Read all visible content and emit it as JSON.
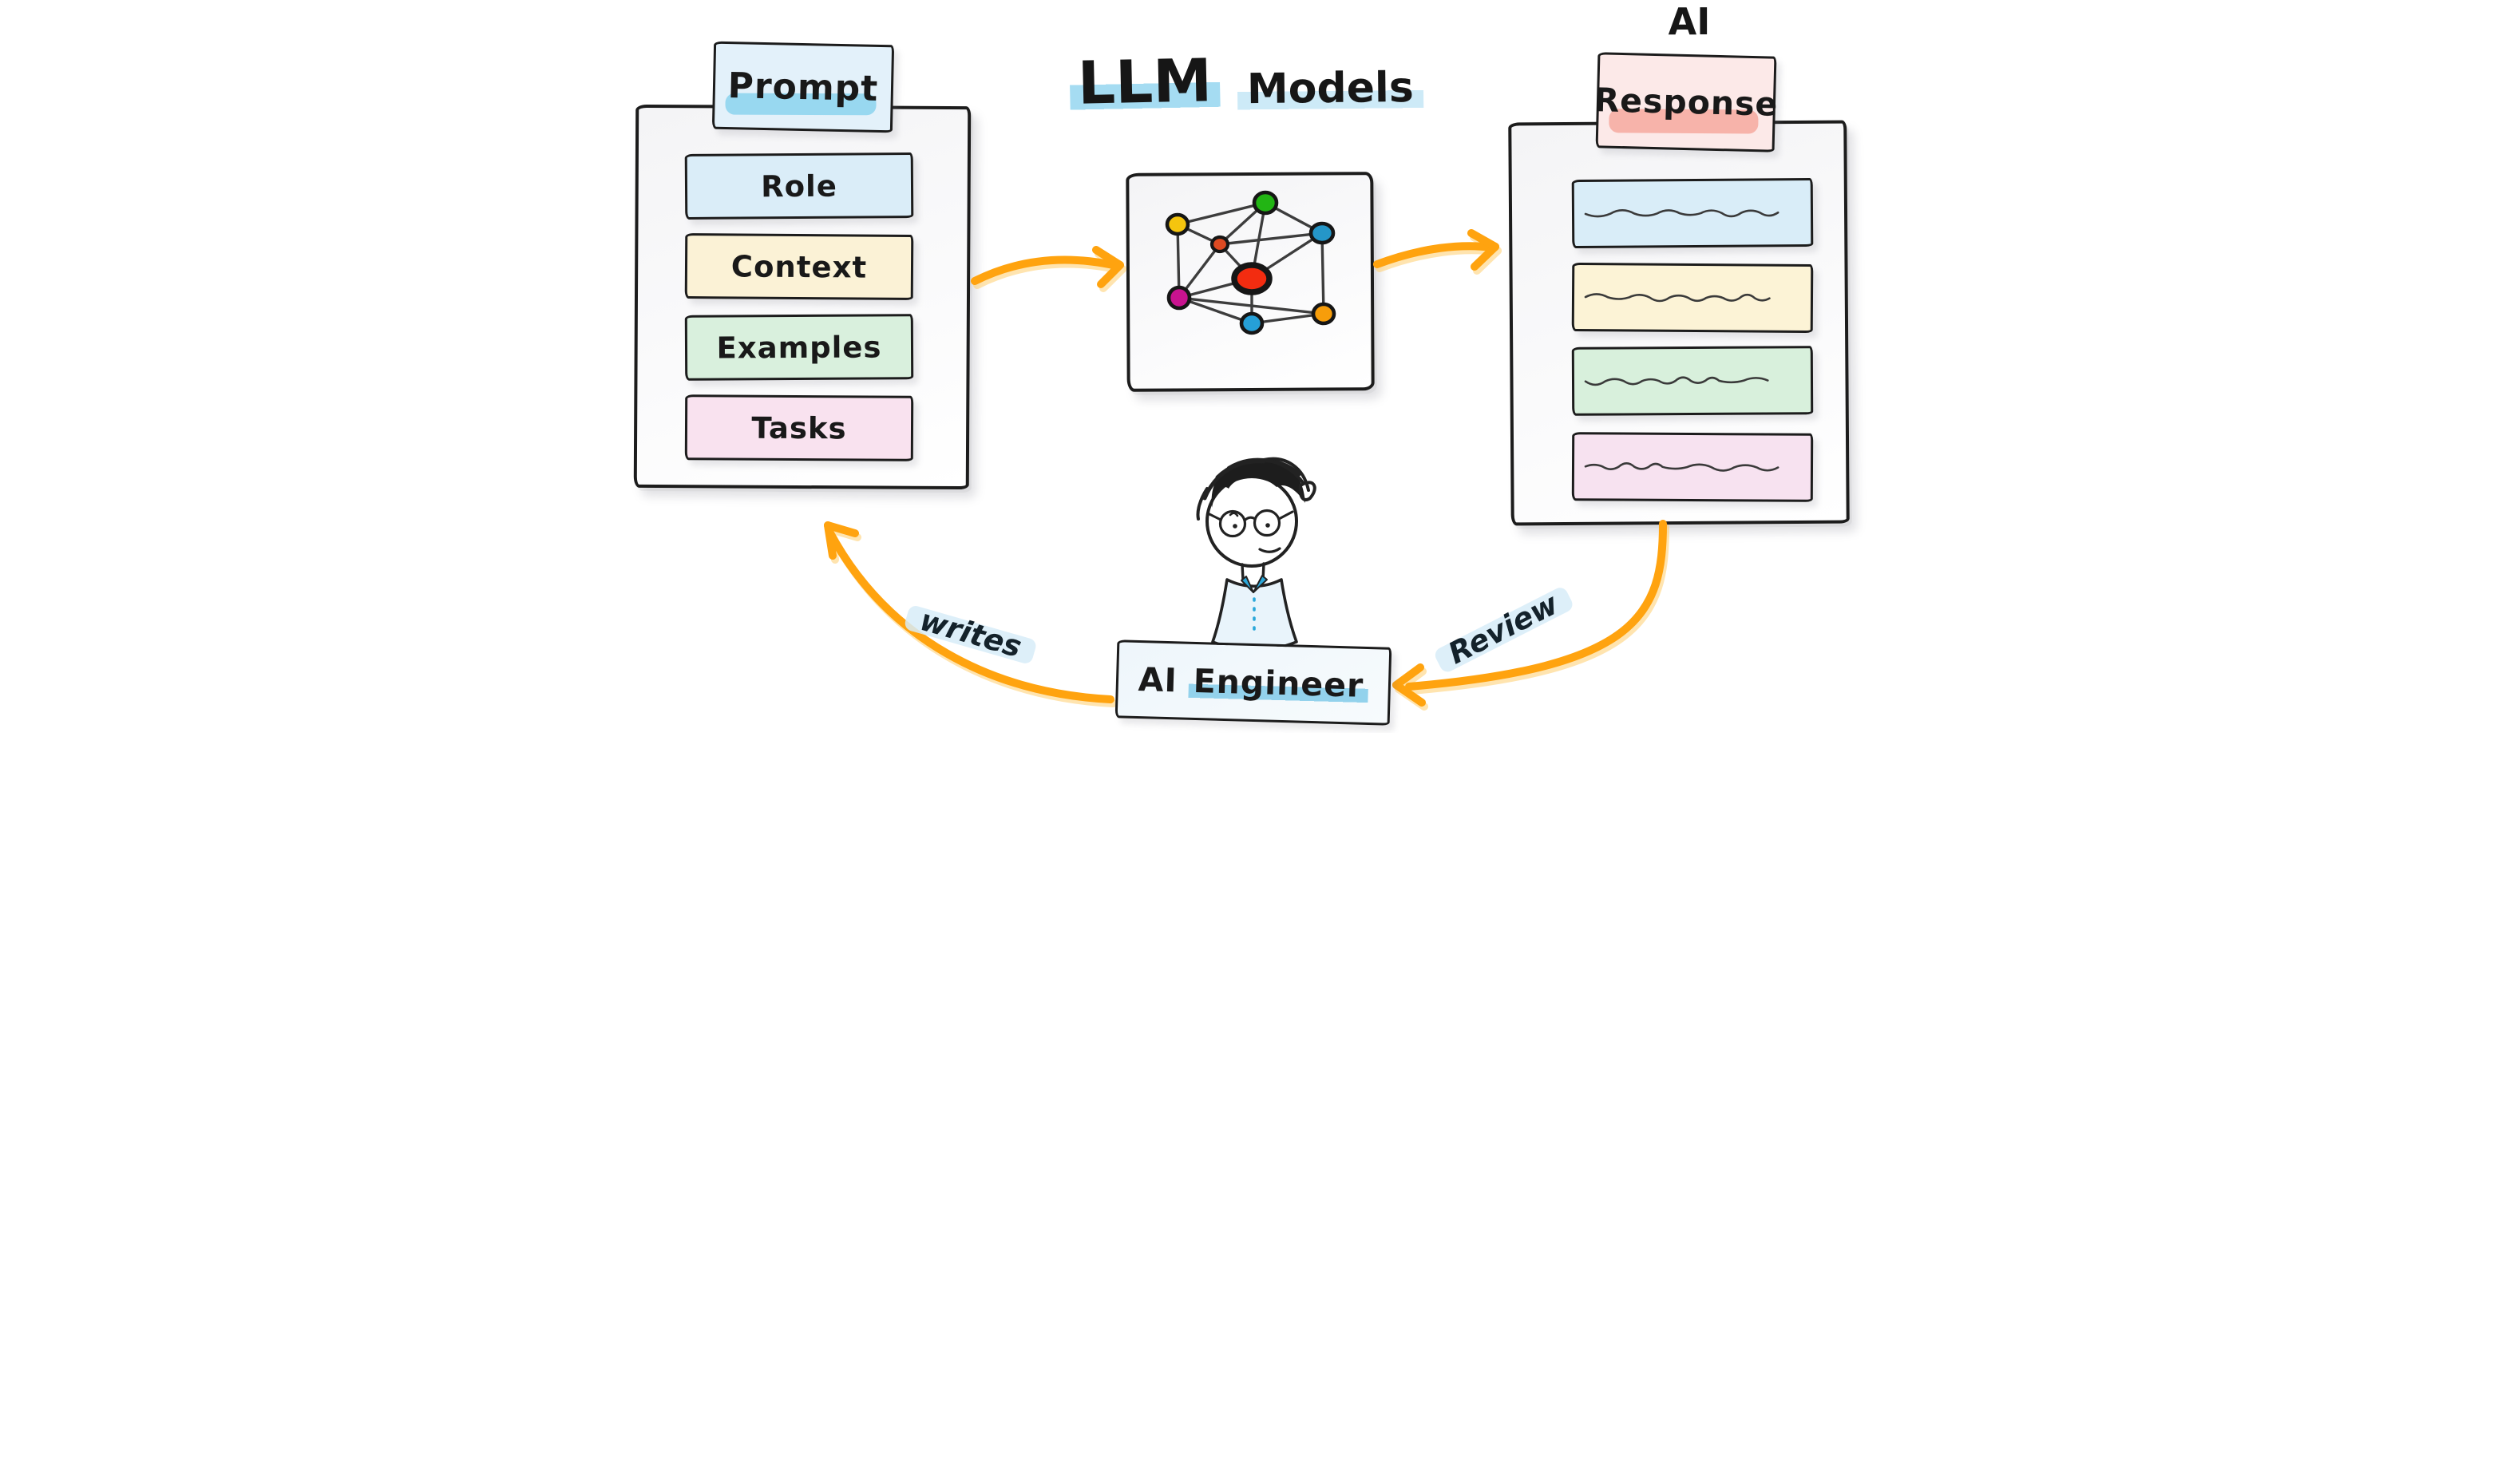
{
  "diagram": {
    "prompt_card": {
      "title": "Prompt",
      "title_fill": "#e3f1fa",
      "title_highlight": "#7fcfec",
      "sections": [
        {
          "label": "Role",
          "fill": "#daedf8"
        },
        {
          "label": "Context",
          "fill": "#fbf2d6"
        },
        {
          "label": "Examples",
          "fill": "#d9f0dd"
        },
        {
          "label": "Tasks",
          "fill": "#f9e2ef"
        }
      ]
    },
    "llm": {
      "title_main": "LLM",
      "title_sub": "Models",
      "highlight_strong": "#a5dcf2",
      "highlight_soft": "#cdeaf7",
      "node_colors": [
        "#22b514",
        "#f5c50e",
        "#dd4a22",
        "#2596c8",
        "#f32c10",
        "#c9138f",
        "#26a0d8",
        "#f79d0a"
      ],
      "edge_color": "#3d3d3d"
    },
    "response_card": {
      "label_top": "AI",
      "title": "Response",
      "title_fill": "#fce9e8",
      "title_highlight": "#f5a096",
      "rows": [
        {
          "fill": "#d9edf8"
        },
        {
          "fill": "#fcf3d6"
        },
        {
          "fill": "#d8f0dc"
        },
        {
          "fill": "#f7e2f0"
        }
      ]
    },
    "engineer": {
      "label_ai": "AI",
      "label_role": "Engineer",
      "box_fill": "#eef6fb",
      "highlight": "#93d2ec",
      "shirt_color": "#e9f4fb",
      "collar_color": "#2aa7d9"
    },
    "arrows": {
      "color": "#ffa30f",
      "writes_label": "writes",
      "review_label": "Review",
      "label_highlight": "#d7ecf8"
    }
  }
}
